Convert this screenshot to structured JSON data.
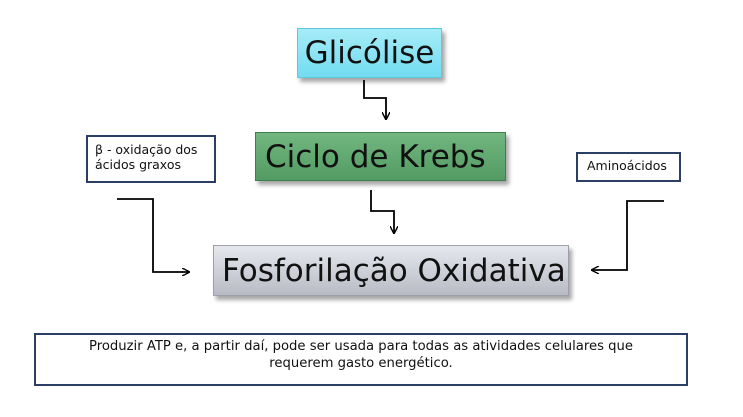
{
  "nodes": {
    "glicolise": "Glicólise",
    "krebs": "Ciclo de Krebs",
    "fosforilacao": "Fosforilação Oxidativa"
  },
  "inputs": {
    "beta_oxidacao_line1": "β - oxidação dos",
    "beta_oxidacao_line2": "ácidos graxos",
    "aminoacidos": "Aminoácidos"
  },
  "result": {
    "line1": "Produzir ATP e, a partir daí, pode ser usada para todas as atividades celulares que",
    "line2": "requerem gasto energético."
  }
}
